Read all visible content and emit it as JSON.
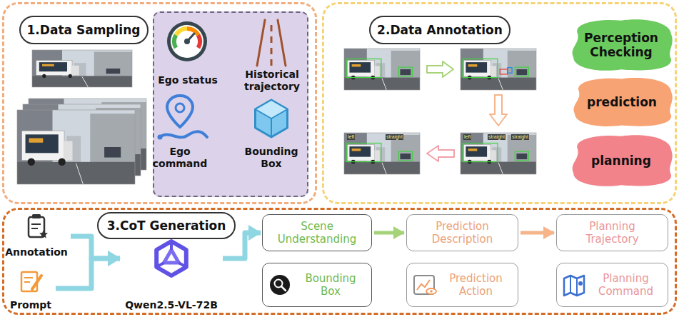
{
  "diagram": {
    "nodes": [
      {
        "text": []
      },
      {
        "text": [
          "1.Data Sampling"
        ],
        "in": 0
      },
      {
        "text": [
          "Ego status",
          "Historical trajectory",
          "Ego command",
          "Bounding Box"
        ],
        "in": 0
      },
      {
        "text": []
      },
      {
        "text": [
          "2.Data Annotation"
        ],
        "in": 3
      },
      {
        "text": [
          "Perception Checking"
        ],
        "in": 3
      },
      {
        "text": [
          "prediction"
        ],
        "in": 3
      },
      {
        "text": [
          "planning"
        ],
        "in": 3
      },
      {
        "text": []
      },
      {
        "text": [
          "3.CoT Generation"
        ],
        "in": 8
      },
      {
        "text": [
          "Annotation"
        ],
        "in": 8
      },
      {
        "text": [
          "Prompt"
        ],
        "in": 8
      },
      {
        "text": [
          "Qwen2.5-VL-72B"
        ],
        "in": 8
      },
      {
        "text": [
          "Scene Understanding"
        ],
        "in": 8
      },
      {
        "text": [
          "Bounding Box"
        ],
        "in": 8
      },
      {
        "text": [
          "Prediction Description"
        ],
        "in": 8
      },
      {
        "text": [
          "Prediction Action"
        ],
        "in": 8
      },
      {
        "text": [
          "Planning Trajectory"
        ],
        "in": 8
      },
      {
        "text": [
          "Planning Command"
        ],
        "in": 8
      }
    ],
    "edges": [
      {
        "from": 10,
        "to": 12,
        "arrow": "to"
      },
      {
        "from": 11,
        "to": 12,
        "arrow": "to"
      },
      {
        "from": 12,
        "to": 13,
        "arrow": "to"
      },
      {
        "from": 13,
        "to": 15,
        "arrow": "to"
      },
      {
        "from": 15,
        "to": 17,
        "arrow": "to"
      }
    ],
    "labels": [
      "left",
      "straight",
      "left",
      "straight",
      "straight"
    ]
  }
}
